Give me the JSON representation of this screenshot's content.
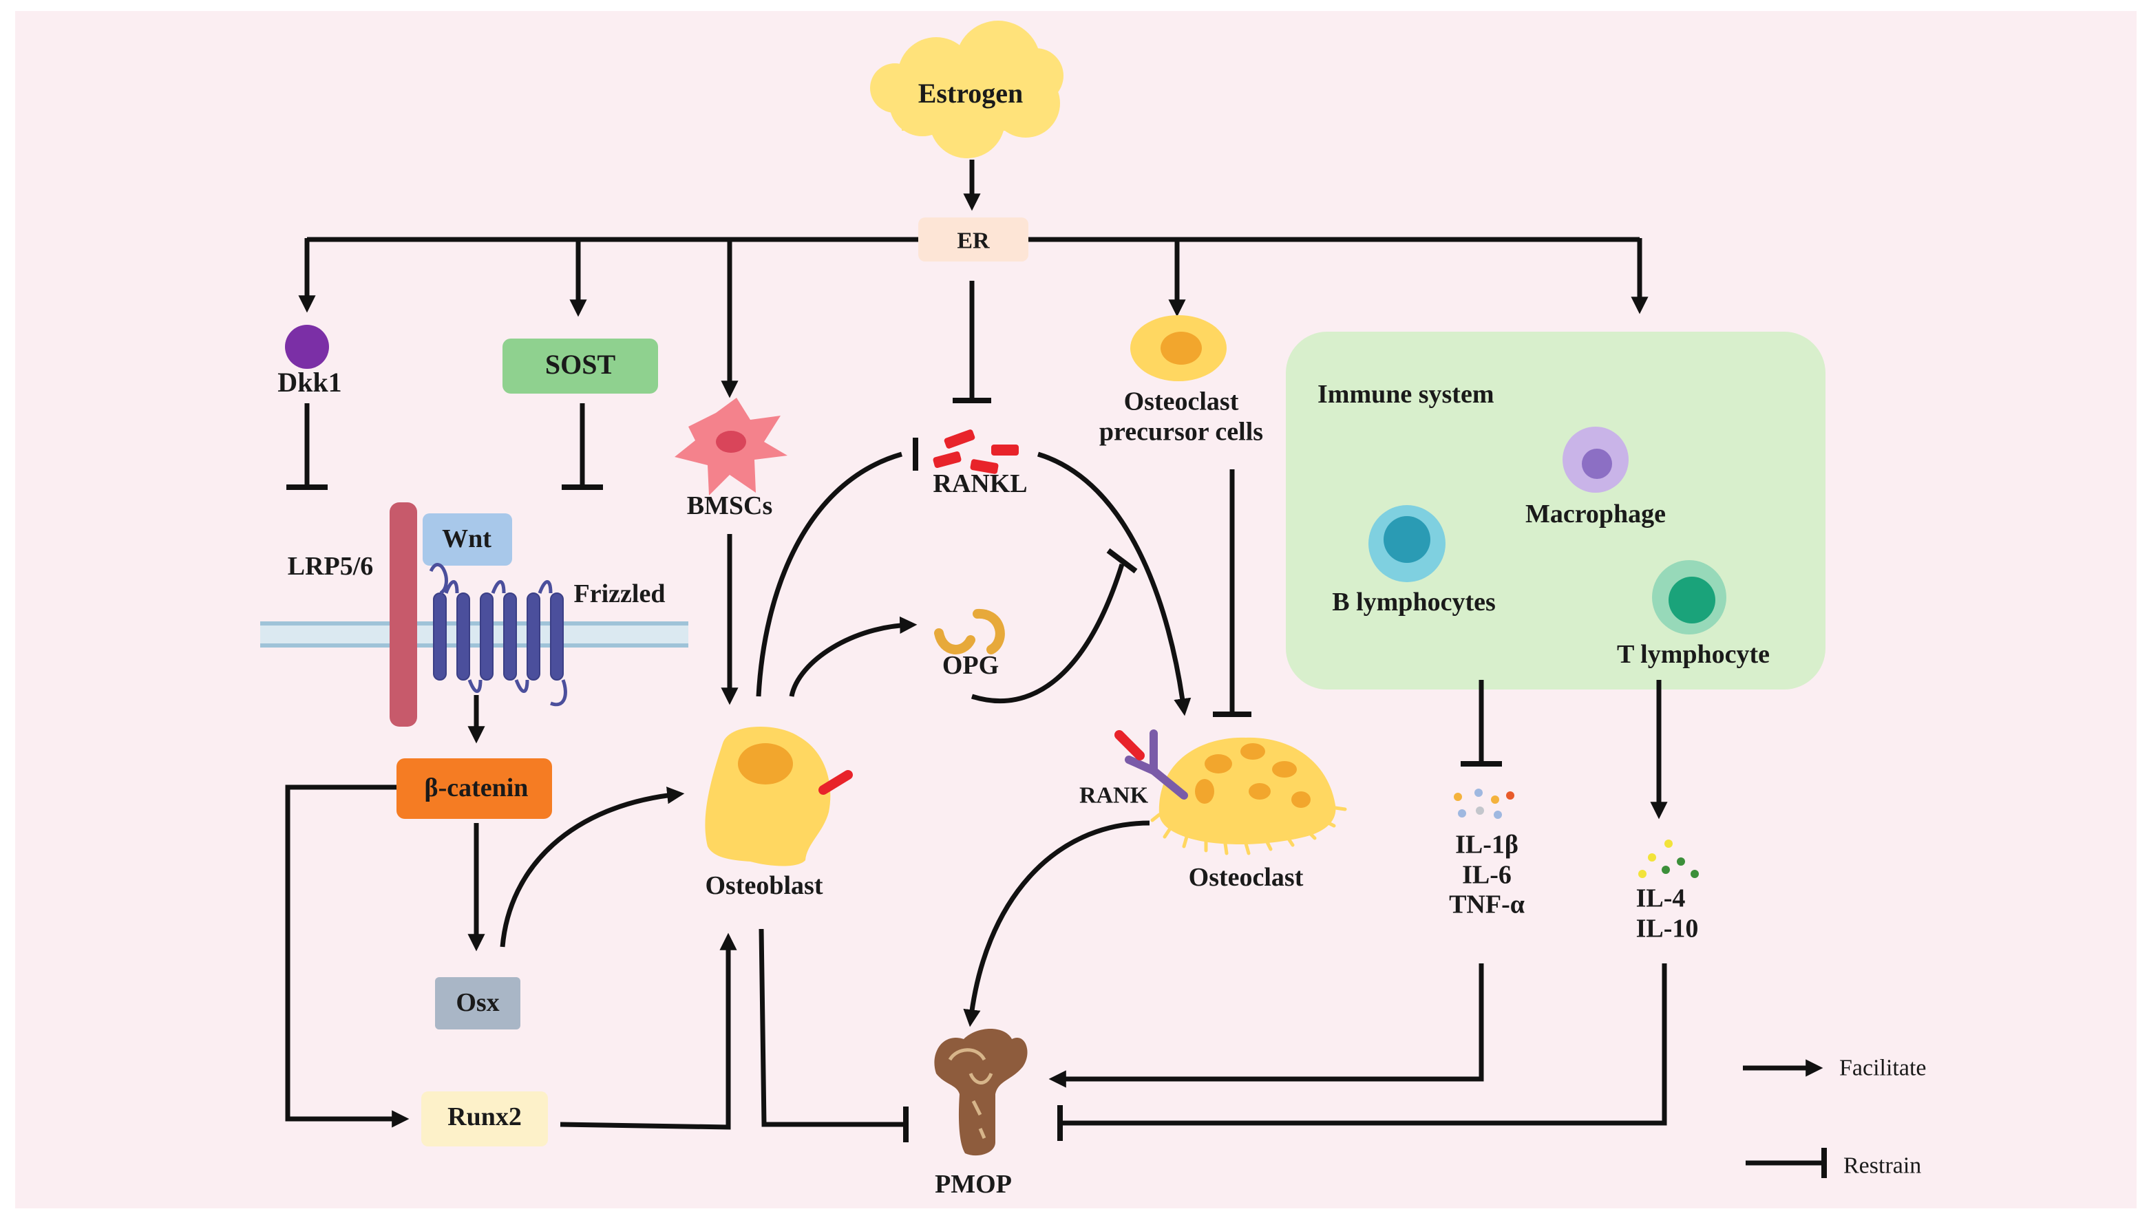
{
  "labels": {
    "estrogen": "Estrogen",
    "er": "ER",
    "dkk1": "Dkk1",
    "sost": "SOST",
    "lrp56": "LRP5/6",
    "wnt": "Wnt",
    "frizzled": "Frizzled",
    "beta_catenin": "β-catenin",
    "osx": "Osx",
    "runx2": "Runx2",
    "bmscs": "BMSCs",
    "osteoblast": "Osteoblast",
    "rankl": "RANKL",
    "opg": "OPG",
    "rank": "RANK",
    "osteoclast_precursor_line1": "Osteoclast",
    "osteoclast_precursor_line2": "precursor cells",
    "osteoclast": "Osteoclast",
    "immune_system": "Immune system",
    "macrophage": "Macrophage",
    "b_lymphocytes": "B lymphocytes",
    "t_lymphocyte": "T lymphocyte",
    "pmop": "PMOP"
  },
  "cytokines": {
    "pro_inflammatory": [
      "IL-1β",
      "IL-6",
      "TNF-α"
    ],
    "anti_inflammatory": [
      "IL-4",
      "IL-10"
    ]
  },
  "legend": {
    "facilitate": "Facilitate",
    "restrain": "Restrain"
  },
  "colors": {
    "background": "#fbeef2",
    "estrogen_cloud": "#ffe27a",
    "er_box": "#fde5d6",
    "sost_box": "#8fd18f",
    "wnt_box": "#a8c8ea",
    "beta_catenin_box": "#f57c23",
    "osx_box": "#a9b6c6",
    "runx2_box": "#fdf1c9",
    "immune_panel": "#d8efcc",
    "dkk1_dot": "#7b2fa6",
    "rankl_marks": "#e8232a",
    "lrp_bar": "#c75a6b",
    "frizzled_coils": "#4b4f9c",
    "membrane": "#a9cfe0",
    "osteoblast_cell": "#ffd761",
    "osteoclast_cell": "#ffd761",
    "bmsc_cell": "#f4828c",
    "opg_shape": "#e7a93a",
    "arrows": "#111111"
  }
}
